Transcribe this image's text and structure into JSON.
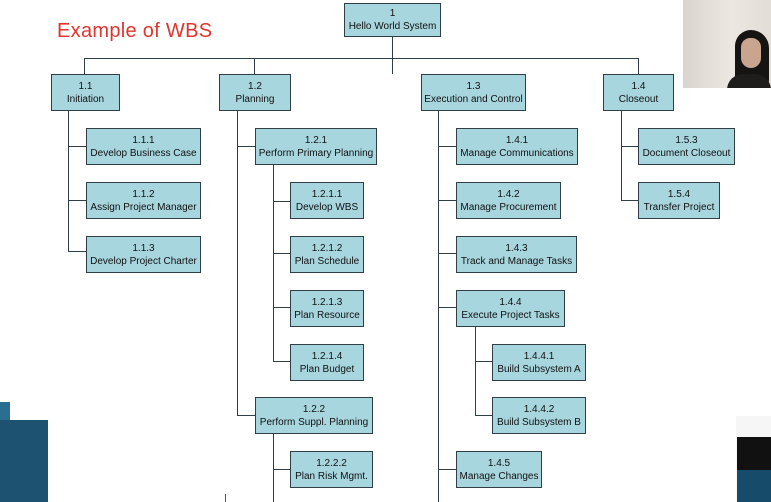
{
  "title": "Example of WBS",
  "nodes": {
    "n1": {
      "id": "1",
      "name": "Hello World System"
    },
    "n11": {
      "id": "1.1",
      "name": "Initiation"
    },
    "n12": {
      "id": "1.2",
      "name": "Planning"
    },
    "n13": {
      "id": "1.3",
      "name": "Execution and Control"
    },
    "n14": {
      "id": "1.4",
      "name": "Closeout"
    },
    "n111": {
      "id": "1.1.1",
      "name": "Develop Business Case"
    },
    "n112": {
      "id": "1.1.2",
      "name": "Assign Project Manager"
    },
    "n113": {
      "id": "1.1.3",
      "name": "Develop Project Charter"
    },
    "n121": {
      "id": "1.2.1",
      "name": "Perform Primary Planning"
    },
    "n1211": {
      "id": "1.2.1.1",
      "name": "Develop WBS"
    },
    "n1212": {
      "id": "1.2.1.2",
      "name": "Plan Schedule"
    },
    "n1213": {
      "id": "1.2.1.3",
      "name": "Plan Resource"
    },
    "n1214": {
      "id": "1.2.1.4",
      "name": "Plan Budget"
    },
    "n122": {
      "id": "1.2.2",
      "name": "Perform Suppl. Planning"
    },
    "n1222": {
      "id": "1.2.2.2",
      "name": "Plan Risk Mgmt."
    },
    "n131": {
      "id": "1.4.1",
      "name": "Manage Communications"
    },
    "n132": {
      "id": "1.4.2",
      "name": "Manage Procurement"
    },
    "n133": {
      "id": "1.4.3",
      "name": "Track and Manage Tasks"
    },
    "n134": {
      "id": "1.4.4",
      "name": "Execute Project Tasks"
    },
    "n1341": {
      "id": "1.4.4.1",
      "name": "Build Subsystem A"
    },
    "n1342": {
      "id": "1.4.4.2",
      "name": "Build Subsystem B"
    },
    "n135": {
      "id": "1.4.5",
      "name": "Manage Changes"
    },
    "n141": {
      "id": "1.5.3",
      "name": "Document Closeout"
    },
    "n142": {
      "id": "1.5.4",
      "name": "Transfer Project"
    }
  },
  "colors": {
    "box_fill": "#a8d6df",
    "box_border": "#2f3f45",
    "title": "#e0352b"
  }
}
